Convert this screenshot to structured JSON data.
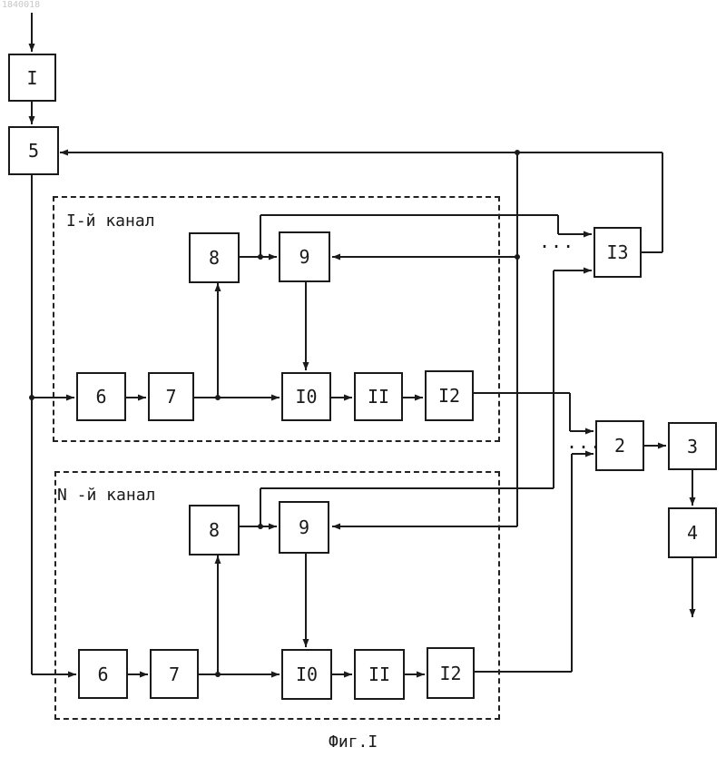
{
  "stamp": "1840018",
  "channels": [
    {
      "label": "I-й канал"
    },
    {
      "label": "N -й канал"
    }
  ],
  "blocks": {
    "b1": "I",
    "b5": "5",
    "b13": "I3",
    "b2": "2",
    "b3": "3",
    "b4": "4",
    "c1": {
      "b6": "6",
      "b7": "7",
      "b8": "8",
      "b9": "9",
      "b10": "I0",
      "b11": "II",
      "b12": "I2"
    },
    "cN": {
      "b6": "6",
      "b7": "7",
      "b8": "8",
      "b9": "9",
      "b10": "I0",
      "b11": "II",
      "b12": "I2"
    }
  },
  "ellipsis": "...",
  "caption": "Фиг.I"
}
